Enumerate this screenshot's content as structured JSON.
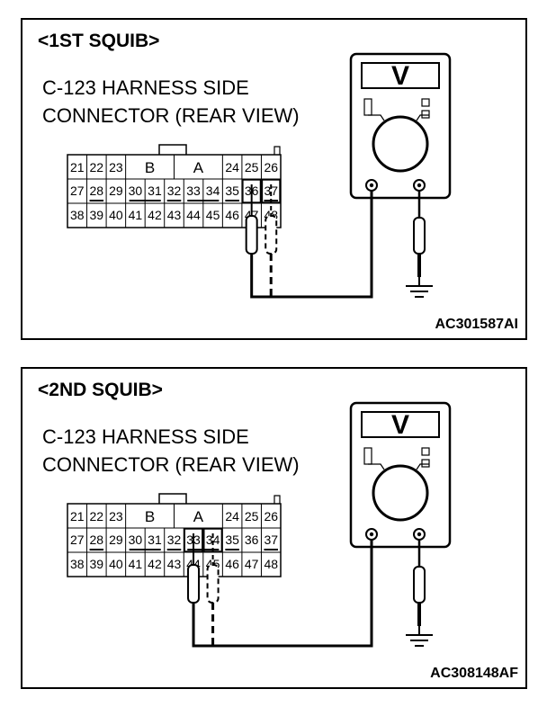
{
  "panels": [
    {
      "title": "<1ST SQUIB>",
      "caption_line1": "C-123 HARNESS SIDE",
      "caption_line2": "CONNECTOR (REAR VIEW)",
      "figure_id": "AC301587AI",
      "probe_pins": [
        "36",
        "37"
      ]
    },
    {
      "title": "<2ND SQUIB>",
      "caption_line1": "C-123 HARNESS SIDE",
      "caption_line2": "CONNECTOR (REAR VIEW)",
      "figure_id": "AC308148AF",
      "probe_pins": [
        "33",
        "34"
      ]
    }
  ],
  "connector": {
    "row1_left": [
      "21",
      "22",
      "23"
    ],
    "key_labels": [
      "B",
      "A"
    ],
    "row1_right": [
      "24",
      "25",
      "26"
    ],
    "row2": [
      "27",
      "28",
      "29",
      "30",
      "31",
      "32",
      "33",
      "34",
      "35",
      "36",
      "37"
    ],
    "row3": [
      "38",
      "39",
      "40",
      "41",
      "42",
      "43",
      "44",
      "45",
      "46",
      "47",
      "48"
    ]
  },
  "meter": {
    "display_symbol": "V",
    "icons": [
      "voltmeter-icon",
      "ground-icon",
      "probe-icon"
    ]
  }
}
